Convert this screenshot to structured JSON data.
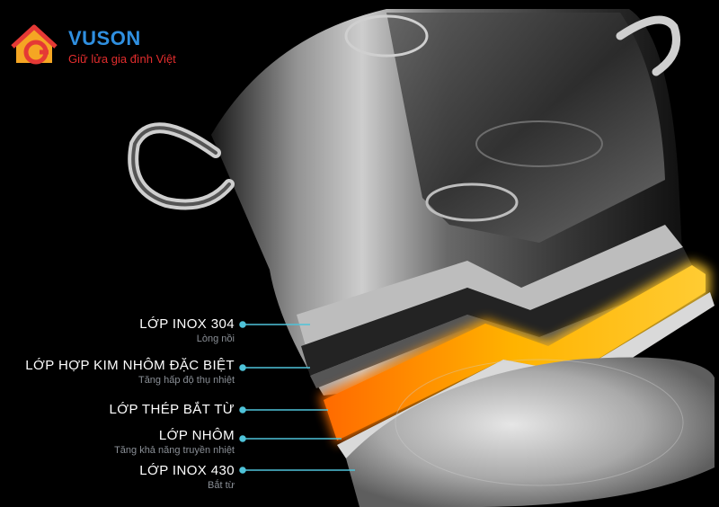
{
  "brand": {
    "name": "VUSON",
    "tagline": "Giữ lửa gia đình Việt",
    "colors": {
      "name": "#2f8fe0",
      "tagline": "#e22d2d",
      "logo_red": "#e53935",
      "logo_orange": "#f5a623"
    }
  },
  "layers": [
    {
      "title": "LỚP INOX 304",
      "subtitle": "Lòng nồi"
    },
    {
      "title": "LỚP HỢP KIM NHÔM ĐẶC BIỆT",
      "subtitle": "Tăng hấp độ thụ nhiệt"
    },
    {
      "title": "LỚP THÉP BẮT TỪ",
      "subtitle": ""
    },
    {
      "title": "LỚP NHÔM",
      "subtitle": "Tăng khả năng truyền nhiệt"
    },
    {
      "title": "LỚP INOX 430",
      "subtitle": "Bắt từ"
    }
  ],
  "colors": {
    "background": "#000000",
    "leader_line": "#4fc3d9",
    "glow": "#ff9a00"
  },
  "icons": [
    "vuson-house-logo-icon",
    "pot-cutaway-illustration"
  ]
}
